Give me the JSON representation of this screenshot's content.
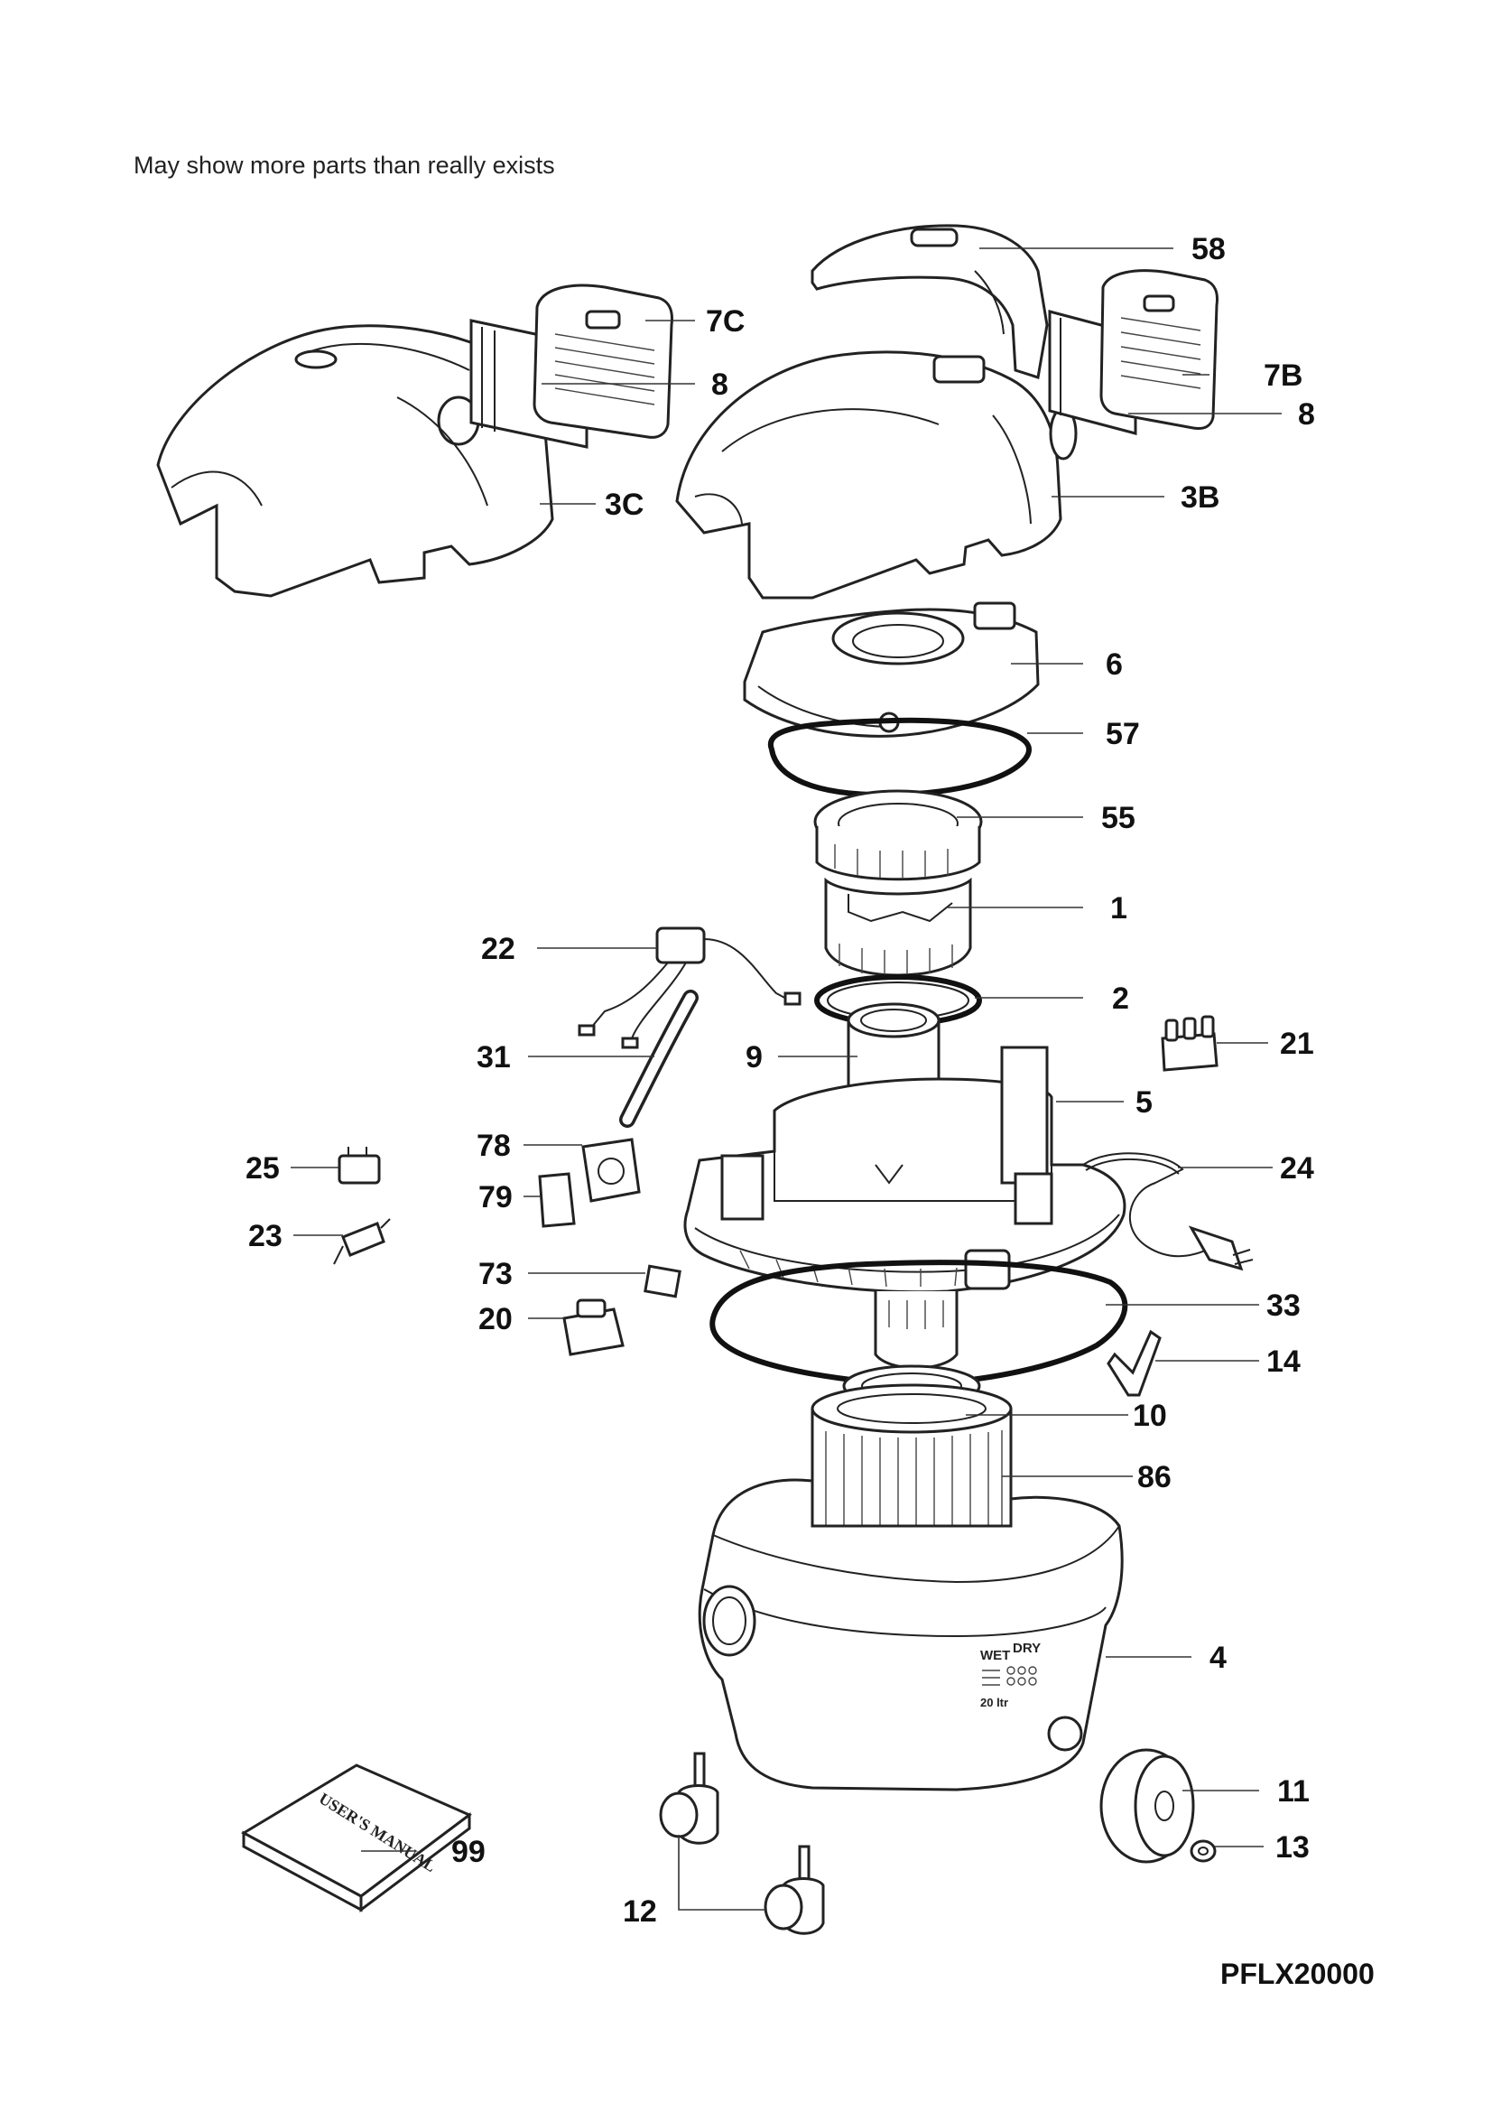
{
  "note": "May show more parts than really exists",
  "model_code": "PFLX20000",
  "tank_text": {
    "wet": "WET",
    "dry": "DRY",
    "capacity": "20 ltr"
  },
  "manual_cover_text": "USER'S MANUAL",
  "callouts": {
    "p58": "58",
    "p7c": "7C",
    "p8a": "8",
    "p7b": "7B",
    "p8b": "8",
    "p3c": "3C",
    "p3b": "3B",
    "p6": "6",
    "p57": "57",
    "p55": "55",
    "p1": "1",
    "p22": "22",
    "p2": "2",
    "p31": "31",
    "p9": "9",
    "p21": "21",
    "p5": "5",
    "p78": "78",
    "p25": "25",
    "p24": "24",
    "p79": "79",
    "p23": "23",
    "p73": "73",
    "p33": "33",
    "p20": "20",
    "p14": "14",
    "p10": "10",
    "p86": "86",
    "p4": "4",
    "p11": "11",
    "p13": "13",
    "p99": "99",
    "p12": "12"
  }
}
